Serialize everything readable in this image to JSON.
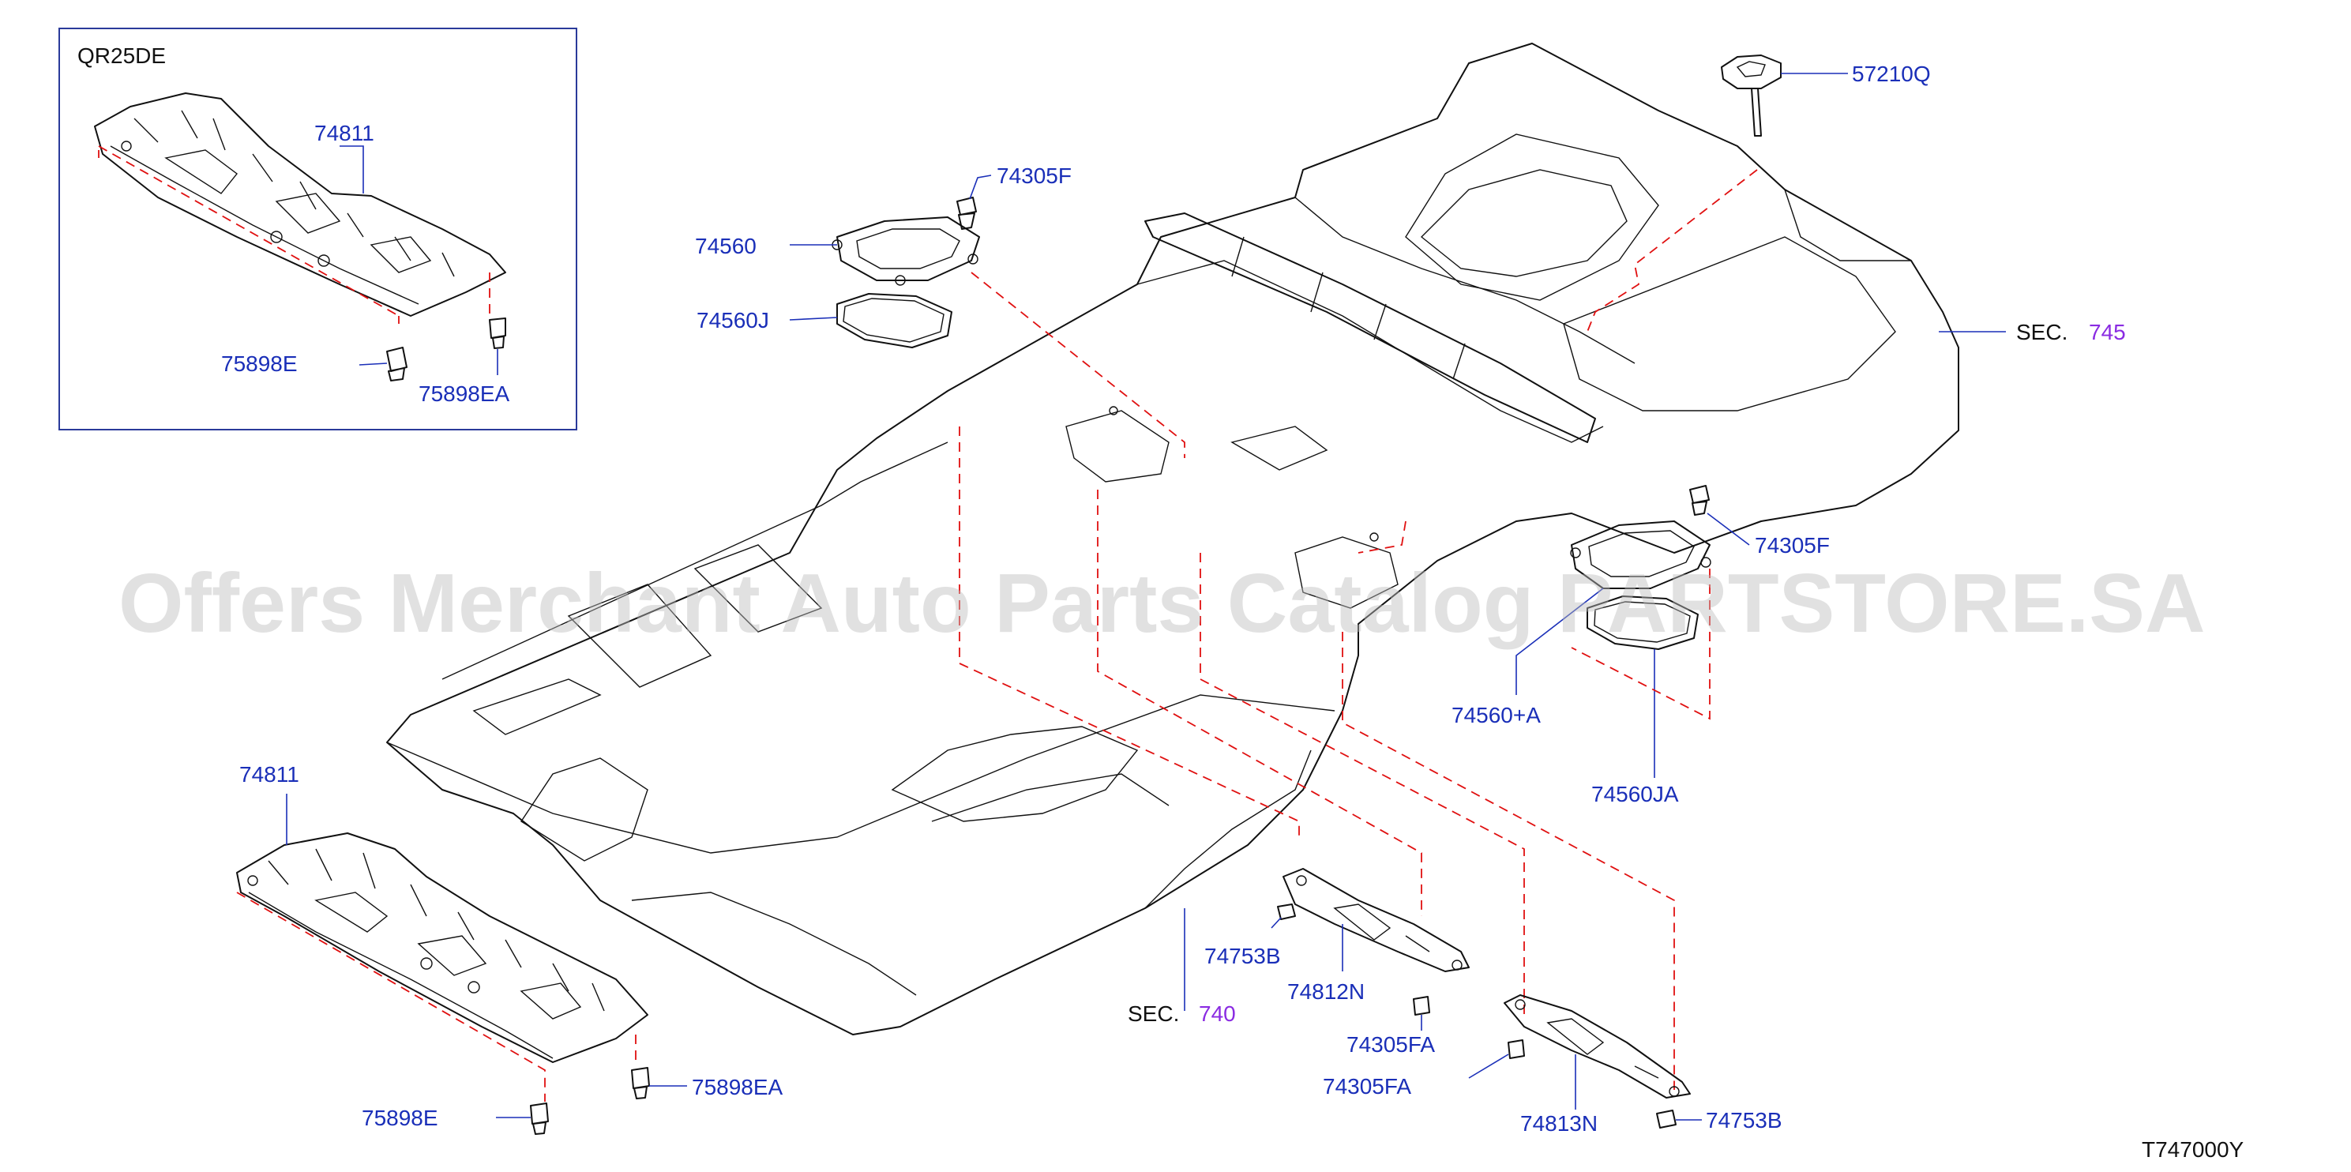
{
  "diagram_code": "T747000Y",
  "watermark": "Offers Merchant Auto Parts Catalog PARTSTORE.SA",
  "inset": {
    "title": "QR25DE",
    "labels": {
      "cover": "74811",
      "clip_e": "75898E",
      "clip_ea": "75898EA"
    }
  },
  "labels": {
    "p57210q": "57210Q",
    "p74305f_top": "74305F",
    "p74560": "74560",
    "p74560j": "74560J",
    "p74305f_right": "74305F",
    "p74560a": "74560+A",
    "p74560ja": "74560JA",
    "p74811": "74811",
    "p75898ea": "75898EA",
    "p75898e": "75898E",
    "p74753b_1": "74753B",
    "p74812n": "74812N",
    "p74305fa_1": "74305FA",
    "p74305fa_2": "74305FA",
    "p74813n": "74813N",
    "p74753b_2": "74753B"
  },
  "sections": {
    "sec745_prefix": "SEC.",
    "sec745_num": "745",
    "sec740_prefix": "SEC.",
    "sec740_num": "740"
  },
  "colors": {
    "label": "#1a2fb8",
    "section_number": "#8a2be2",
    "dashed_line": "#e01010",
    "drawing": "#111111"
  }
}
